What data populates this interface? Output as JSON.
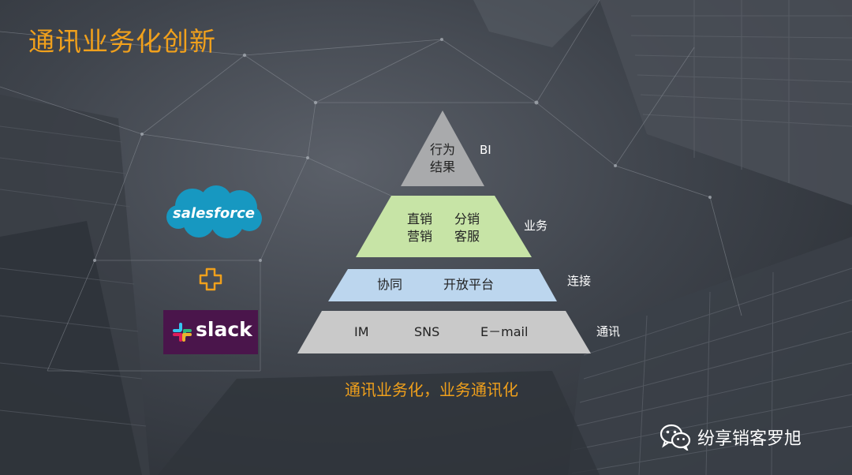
{
  "title": "通讯业务化创新",
  "pyramid": {
    "top": {
      "line1": "行为",
      "line2": "结果",
      "side": "BI"
    },
    "second": {
      "col1_line1": "直销",
      "col1_line2": "营销",
      "col2_line1": "分销",
      "col2_line2": "客服",
      "side": "业务"
    },
    "third": {
      "item1": "协同",
      "item2": "开放平台",
      "side": "连接"
    },
    "base": {
      "item1": "IM",
      "item2": "SNS",
      "item3": "E－mail",
      "side": "通讯"
    }
  },
  "tagline": "通讯业务化，业务通讯化",
  "logos": {
    "salesforce": "salesforce",
    "plus_icon": "plus-icon",
    "slack": "slack"
  },
  "watermark": "纷享销客罗旭",
  "colors": {
    "accent": "#f0a01c",
    "top_layer": "#a9aaac",
    "second_layer": "#c7e4a6",
    "third_layer": "#bcd6ee",
    "base_layer": "#c9c9c9",
    "salesforce_blue": "#1798c1",
    "slack_purple": "#4a154b"
  }
}
